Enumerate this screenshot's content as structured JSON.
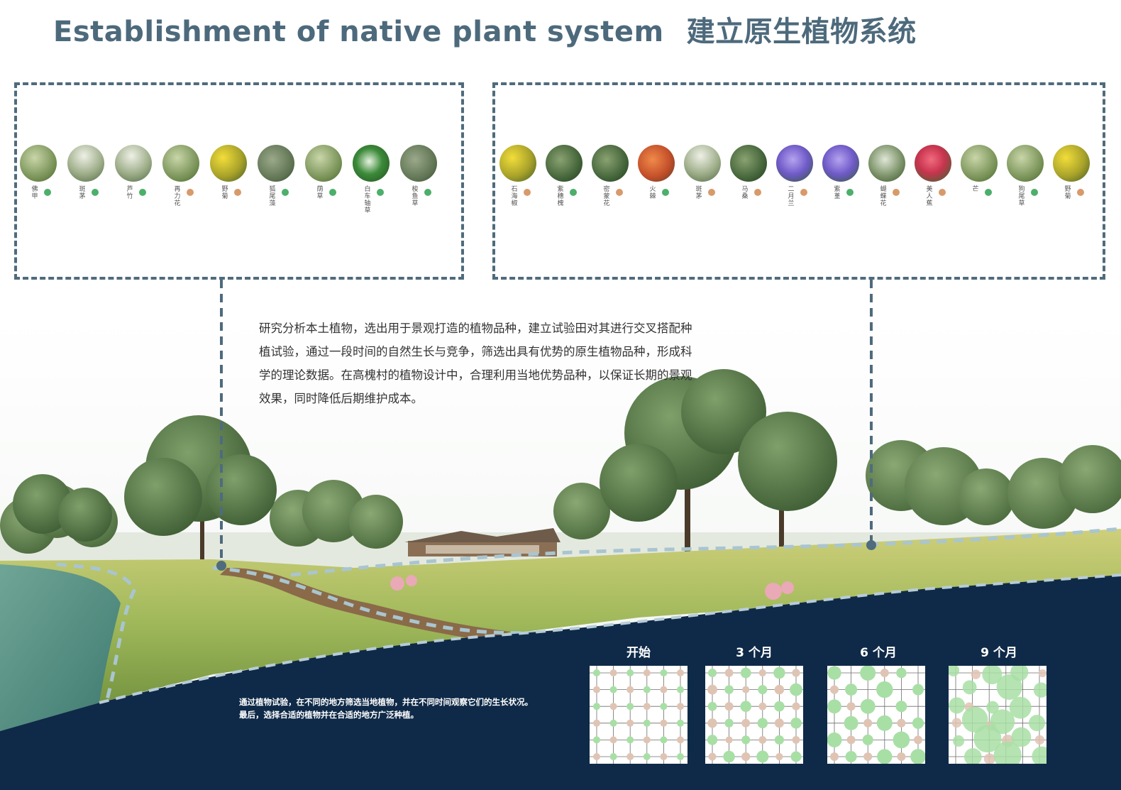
{
  "header": {
    "title_en": "Establishment of native plant system",
    "title_zh": "建立原生植物系统"
  },
  "colors": {
    "title": "#4d6a7c",
    "dashed_frame": "#4f6b7d",
    "legend_green": "#4caf6a",
    "legend_orange": "#d89a6a",
    "ground_navy": "#0f2a48",
    "grid_green": "#a8dfa5",
    "grid_beige": "#dfc4b4"
  },
  "panel_left": {
    "plants": [
      {
        "name": "佛甲",
        "icon": "grass-photo-icon",
        "dot": "green"
      },
      {
        "name": "斑茅",
        "icon": "reed-photo-icon",
        "dot": "green"
      },
      {
        "name": "芦竹",
        "icon": "reed-photo-icon",
        "dot": "green"
      },
      {
        "name": "再力花",
        "icon": "grass-photo-icon",
        "dot": "orange"
      },
      {
        "name": "野菊",
        "icon": "yellow-flower-photo-icon",
        "dot": "orange"
      },
      {
        "name": "狐尾藻",
        "icon": "water-plant-photo-icon",
        "dot": "green"
      },
      {
        "name": "荫草",
        "icon": "grass-photo-icon",
        "dot": "green"
      },
      {
        "name": "白车轴草",
        "icon": "clover-photo-icon",
        "dot": "green"
      },
      {
        "name": "梭鱼草",
        "icon": "water-plant-photo-icon",
        "dot": "green"
      }
    ]
  },
  "panel_right": {
    "plants": [
      {
        "name": "石海椒",
        "icon": "yellow-flower-photo-icon",
        "dot": "orange"
      },
      {
        "name": "紫穗槐",
        "icon": "shrub-photo-icon",
        "dot": "green"
      },
      {
        "name": "密蒙花",
        "icon": "shrub-photo-icon",
        "dot": "orange"
      },
      {
        "name": "火棘",
        "icon": "red-berry-photo-icon",
        "dot": "green"
      },
      {
        "name": "斑茅",
        "icon": "reed-photo-icon",
        "dot": "orange"
      },
      {
        "name": "马桑",
        "icon": "shrub-photo-icon",
        "dot": "orange"
      },
      {
        "name": "二月兰",
        "icon": "purple-flower-photo-icon",
        "dot": "orange"
      },
      {
        "name": "紫堇",
        "icon": "purple-flower-photo-icon",
        "dot": "green"
      },
      {
        "name": "蝴蝶花",
        "icon": "white-flower-photo-icon",
        "dot": "orange"
      },
      {
        "name": "美人蕉",
        "icon": "red-flower-photo-icon",
        "dot": "orange"
      },
      {
        "name": "芒",
        "icon": "grass-photo-icon",
        "dot": "green"
      },
      {
        "name": "狗尾草",
        "icon": "grass-photo-icon",
        "dot": "green"
      },
      {
        "name": "野菊",
        "icon": "yellow-flower-photo-icon",
        "dot": "orange"
      }
    ]
  },
  "description": {
    "lines": [
      "研究分析本土植物，选出用于景观打造的植物品种，建立试验田对其进行交叉搭配种",
      "植试验，通过一段时间的自然生长与竞争，筛选出具有优势的原生植物品种，形成科",
      "学的理论数据。在高槐村的植物设计中，合理利用当地优势品种，以保证长期的景观",
      "效果，同时降低后期维护成本。"
    ]
  },
  "ground_note": {
    "line1": "通过植物试验，在不同的地方筛选当地植物，并在不同时间观察它们的生长状况。",
    "line2": "最后，选择合适的植物并在合适的地方广泛种植。"
  },
  "growth_stages": [
    {
      "label": "开始",
      "stage": 0
    },
    {
      "label": "3 个月",
      "stage": 1
    },
    {
      "label": "6 个月",
      "stage": 2
    },
    {
      "label": "9 个月",
      "stage": 3
    }
  ]
}
